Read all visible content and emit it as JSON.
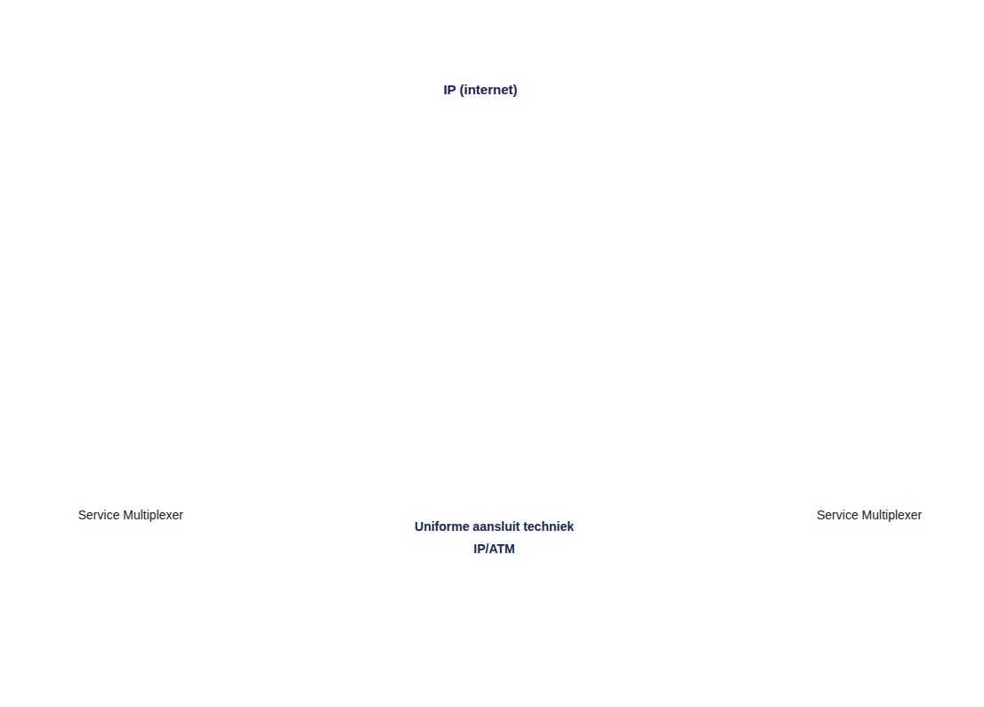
{
  "diagram": {
    "nodes": [
      {
        "text": [
          "IP (internet)"
        ]
      },
      {
        "text": [
          "Uniforme aansluit techniek",
          "IP/ATM"
        ]
      },
      {
        "text": [
          "Service Multiplexer"
        ]
      },
      {
        "text": [
          "Service Multiplexer"
        ]
      }
    ],
    "edges": [
      {
        "from": 2,
        "to": 3,
        "arrow": "none"
      }
    ]
  }
}
